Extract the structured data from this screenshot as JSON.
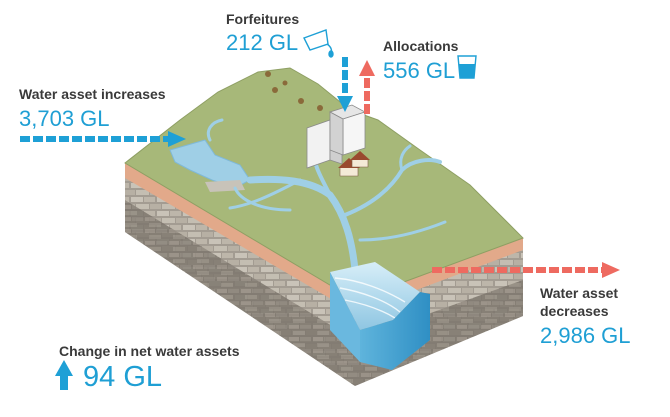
{
  "colors": {
    "inflow_arrow": "#1ea0d6",
    "outflow_arrow": "#ee6a60",
    "value_text": "#1f9fd4",
    "label_text": "#3a3a3a",
    "grass": "#a7b879",
    "water": "#9fcfe6",
    "soil_side": "#9a938a"
  },
  "forfeitures": {
    "label": "Forfeitures",
    "value": "212 GL",
    "icon": "tipping-glass-icon",
    "direction": "in"
  },
  "allocations": {
    "label": "Allocations",
    "value": "556 GL",
    "icon": "water-glass-icon",
    "direction": "out"
  },
  "increases": {
    "label": "Water asset increases",
    "value": "3,703 GL",
    "direction": "in"
  },
  "decreases": {
    "label_line1": "Water asset",
    "label_line2": "decreases",
    "value": "2,986 GL",
    "direction": "out"
  },
  "net_change": {
    "label": "Change in net water assets",
    "value": "94 GL",
    "icon": "up-arrow-icon"
  }
}
